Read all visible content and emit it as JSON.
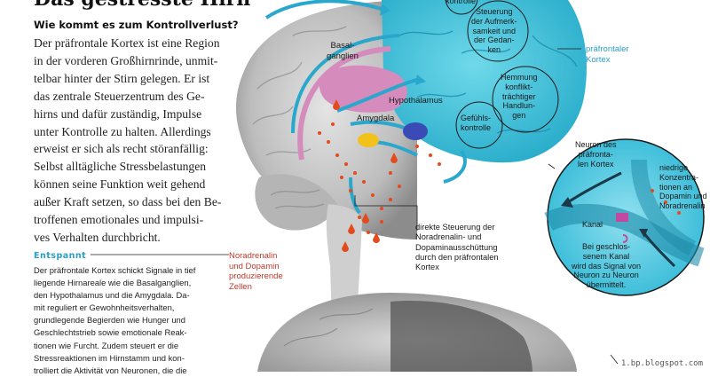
{
  "article": {
    "title_fragment": "Das gestresste Hirn",
    "question": "Wie kommt es zum Kontrollverlust?",
    "body_lines": [
      "Der präfrontale Kortex ist eine Region",
      "in der vorderen Großhirnrinde, unmit-",
      "telbar hinter der Stirn gelegen. Er ist",
      "das zentrale Steuerzentrum des Ge-",
      "hirns und dafür zuständig, Impulse",
      "unter Kontrolle zu halten. Allerdings",
      "erweist er sich als recht störanfällig:",
      "Selbst alltägliche Stressbelastungen",
      "können seine Funktion weit gehend",
      "außer Kraft setzen, so dass bei den Be-",
      "troffenen emotionales und impulsi-",
      "ves Verhalten durchbricht."
    ],
    "section_heading": "Entspannt",
    "section_lines": [
      "Der präfrontale Kortex schickt Signale in tief",
      "liegende Hirnareale wie die Basalganglien,",
      "den Hypothalamus und die Amygdala. Da-",
      "mit reguliert er Gewohnheitsverhalten,",
      "grundlegende Begierden wie Hunger und",
      "Geschlechtstrieb sowie emotionale Reak-",
      "tionen wie Furcht. Zudem steuert er die",
      "Stressreaktionen im Hirnstamm und kon-",
      "trolliert die Aktivität von Neuronen, die die"
    ]
  },
  "diagram": {
    "basalganglien": [
      "Basal-",
      "ganglien"
    ],
    "hypothalamus": "Hypothalamus",
    "amygdala": "Amygdala",
    "kontrolle": "kontrolle",
    "steuerung": [
      "Steuerung",
      "der Aufmerk-",
      "samkeit und",
      "der Gedan-",
      "ken"
    ],
    "hemmung": [
      "Hemmung",
      "konflikt-",
      "trächtiger",
      "Handlun-",
      "gen"
    ],
    "gefuehl": [
      "Gefühls-",
      "kontrolle"
    ],
    "praefrontal": [
      "präfrontaler",
      "Kortex"
    ],
    "noradrenalin_zellen": [
      "Noradrenalin",
      "und Dopamin",
      "produzierende",
      "Zellen"
    ],
    "direkte_steuerung": [
      "direkte Steuerung der",
      "Noradrenalin- und",
      "Dopaminausschüttung",
      "durch den präfrontalen",
      "Kortex"
    ],
    "inset": {
      "neuron": [
        "Neuron des",
        "präfronta-",
        "len Kortex"
      ],
      "niedrige": [
        "niedrige",
        "Konzentra-",
        "tionen an",
        "Dopamin und",
        "Noradrenalin"
      ],
      "kanal": "Kanal",
      "geschlossen": [
        "Bei geschlos-",
        "senem Kanal",
        "wird das Signal von",
        "Neuron zu Neuron",
        "übermittelt."
      ]
    },
    "colors": {
      "cortex": "#3ec3dc",
      "basal": "#d68bbd",
      "amygdala": "#f2c11a",
      "hypothalamus": "#3a4bb5",
      "red": "#e34a1c"
    }
  },
  "watermark": "1.bp.blogspot.com"
}
